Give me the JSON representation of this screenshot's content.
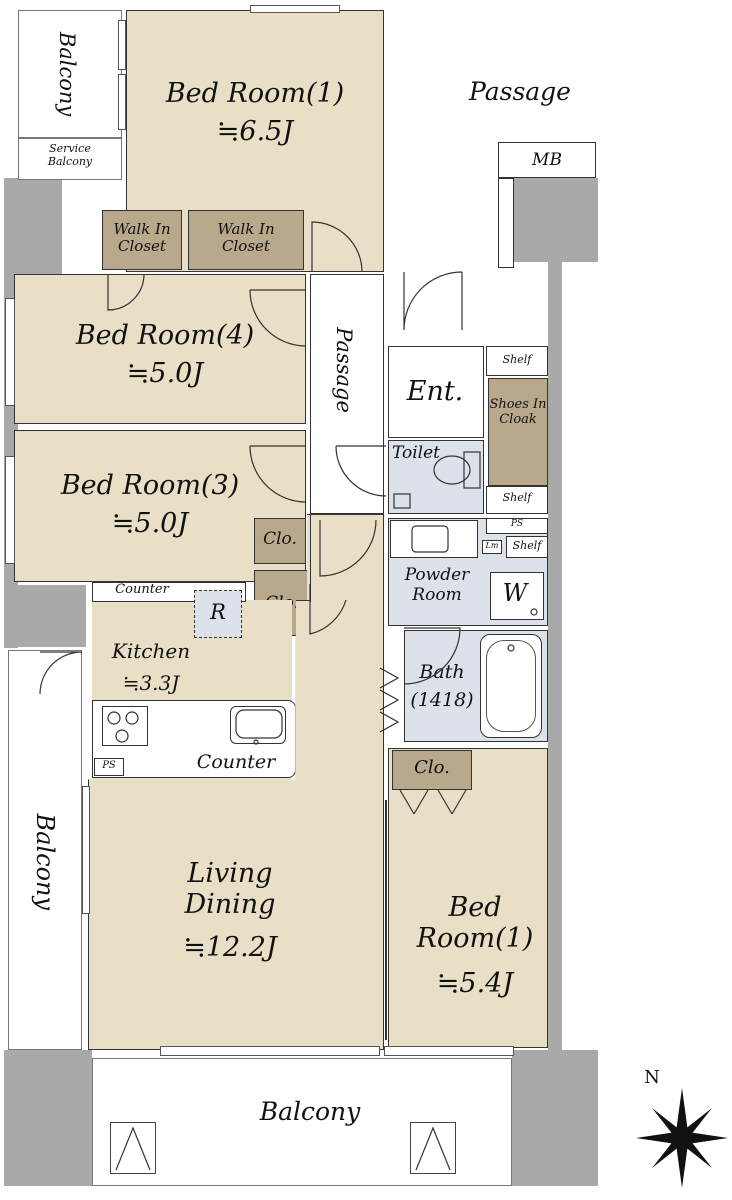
{
  "rooms": {
    "balcony_top": "Balcony",
    "service_balcony": "Service\nBalcony",
    "bed1": {
      "name": "Bed Room(1)",
      "area": "≒6.5J"
    },
    "walk_in_1": "Walk In\nCloset",
    "walk_in_2": "Walk In\nCloset",
    "bed4": {
      "name": "Bed Room(4)",
      "area": "≒5.0J"
    },
    "bed3": {
      "name": "Bed Room(3)",
      "area": "≒5.0J"
    },
    "passage_outer": "Passage",
    "passage_inner": "Passage",
    "mb": "MB",
    "ent": "Ent.",
    "shelf_top": "Shelf",
    "shoes_in_cloak": "Shoes In\nCloak",
    "shelf_mid": "Shelf",
    "toilet": "Toilet",
    "ps_top": "PS",
    "lm": "Lm",
    "shelf_low": "Shelf",
    "powder_room": "Powder\nRoom",
    "washer": "W",
    "clo_a": "Clo.",
    "clo_b": "Clo.",
    "clo_c": "Clo.",
    "counter_top": "Counter",
    "refrigerator": "R",
    "kitchen": {
      "name": "Kitchen",
      "area": "≒3.3J"
    },
    "ps_kitchen": "PS",
    "counter_bottom": "Counter",
    "bath": {
      "name": "Bath",
      "size": "(1418)"
    },
    "balcony_left": "Balcony",
    "living": {
      "name": "Living\nDining",
      "area": "≒12.2J"
    },
    "bed_right": {
      "name": "Bed\nRoom(1)",
      "area": "≒5.4J"
    },
    "balcony_bottom": "Balcony",
    "compass": "N"
  }
}
